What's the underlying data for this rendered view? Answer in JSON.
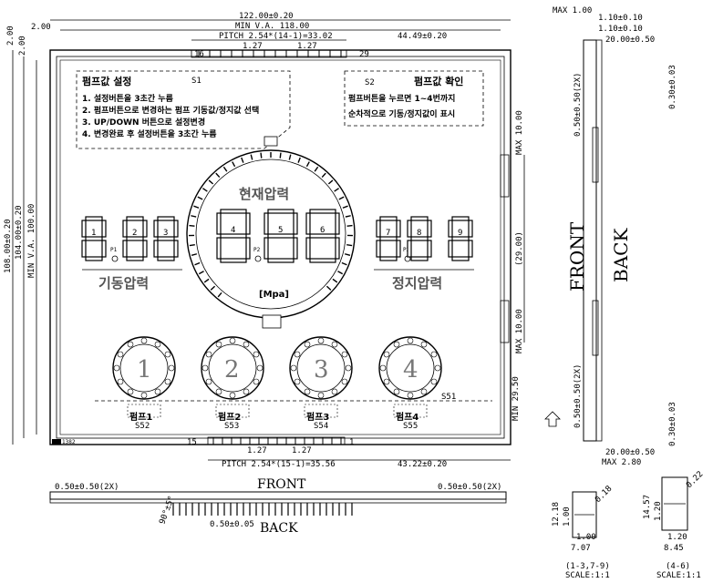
{
  "dims": {
    "width_total": "122.00±0.20",
    "min_va_118": "MIN V.A. 118.00",
    "pitch_top": "PITCH 2.54*(14-1)=33.02",
    "pitch_top_sub_left": "1.27",
    "pitch_top_sub_right": "1.27",
    "top_right_offset": "44.49±0.20",
    "max_top": "MAX 1.00",
    "left_2_a": "2.00",
    "left_2_b": "2.00",
    "left_2_c": "2.00",
    "height_total": "108.00±0.20",
    "height_104": "104.00±0.20",
    "min_va_100": "MIN V.A. 100.00",
    "max_10_a": "MAX 10.00",
    "mid_29": "(29.00)",
    "max_10_b": "MAX 10.00",
    "min_2950": "MIN 29.50",
    "pitch_bottom": "PITCH 2.54*(15-1)=35.56",
    "pitch_bottom_sub_left": "1.27",
    "pitch_bottom_sub_right": "1.27",
    "bottom_right_offset": "43.22±0.20",
    "pin_16": "16",
    "pin_29": "29",
    "pin_15": "15",
    "pin_1": "1",
    "small_code": "1382"
  },
  "side": {
    "d110_a": "1.10±0.10",
    "d110_b": "1.10±0.10",
    "d2000_top": "20.00±0.50",
    "d050_2x_left_top": "0.50±0.50(2X)",
    "d030_top": "0.30±0.03",
    "front": "FRONT",
    "back": "BACK",
    "d050_2x_left_bot": "0.50±0.50(2X)",
    "d030_bot": "0.30±0.03",
    "d2000_bot": "20.00±0.50",
    "max_280": "MAX 2.80"
  },
  "bottom_view": {
    "left_dim": "0.50±0.50(2X)",
    "right_dim": "0.50±0.50(2X)",
    "front": "FRONT",
    "back": "BACK",
    "angle": "90°±5°",
    "pin_dim": "0.50±0.05"
  },
  "panel": {
    "s1_title": "펌프값 설정",
    "s1_tag": "S1",
    "s1_lines": [
      "1. 설정버튼을 3초간 누름",
      "2. 펌프버튼으로 변경하는 펌프 기동값/정지값 선택",
      "3. UP/DOWN 버튼으로 설정변경",
      "4. 변경완료 후 설정버튼을 3초간 누름"
    ],
    "s2_tag": "S2",
    "s2_title": "펌프값 확인",
    "s2_lines": [
      "펌프버튼을 누르면 1~4번까지",
      "순차적으로 기동/정지값이 표시"
    ],
    "center_label": "현재압력",
    "left_label": "기동압력",
    "right_label": "정지압력",
    "unit": "[Mpa]",
    "p1": "P1",
    "p2": "P2",
    "p3": "P3",
    "digits": [
      "1",
      "2",
      "3",
      "4",
      "5",
      "6",
      "7",
      "8",
      "9"
    ],
    "pumps": [
      {
        "num": "1",
        "label": "펌프1",
        "tag": "S52"
      },
      {
        "num": "2",
        "label": "펌프2",
        "tag": "S53"
      },
      {
        "num": "3",
        "label": "펌프3",
        "tag": "S54"
      },
      {
        "num": "4",
        "label": "펌프4",
        "tag": "S55"
      }
    ],
    "s51": "S51"
  },
  "details": {
    "left_h": "12.18",
    "left_a": "1.00",
    "left_b": "1.00",
    "left_w": "7.07",
    "left_ang": "0.18",
    "left_caption": "(1-3,7-9)",
    "left_scale": "SCALE:1:1",
    "right_h": "14.57",
    "right_a": "1.20",
    "right_b": "1.20",
    "right_w": "8.45",
    "right_ang": "0.22",
    "right_caption": "(4-6)",
    "right_scale": "SCALE:1:1"
  }
}
